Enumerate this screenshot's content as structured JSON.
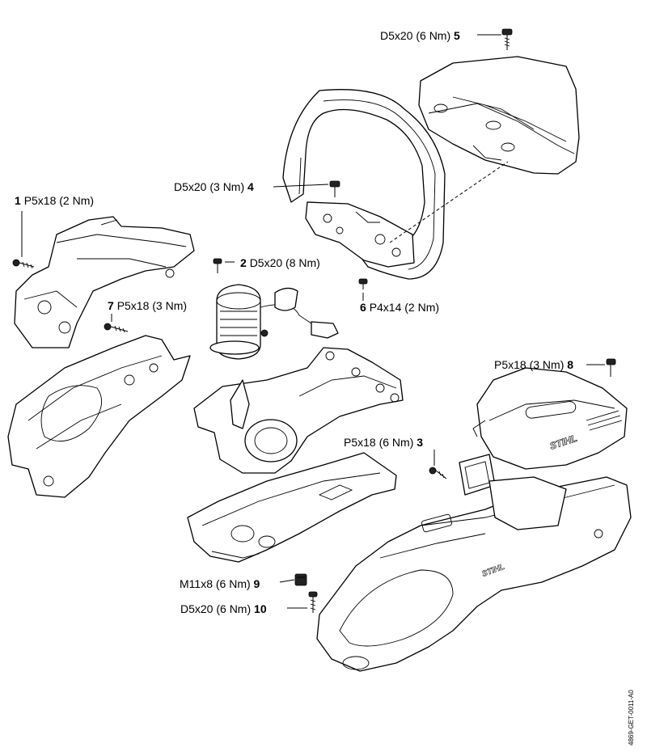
{
  "callouts": [
    {
      "id": "1",
      "num": "1",
      "text": "P5x18 (2 Nm)"
    },
    {
      "id": "2",
      "num": "2",
      "text": "D5x20 (8 Nm)"
    },
    {
      "id": "3",
      "num": "3",
      "text": "P5x18 (6 Nm)"
    },
    {
      "id": "4",
      "num": "4",
      "text": "D5x20 (3 Nm)"
    },
    {
      "id": "5",
      "num": "5",
      "text": "D5x20 (6 Nm)"
    },
    {
      "id": "6",
      "num": "6",
      "text": "P4x14 (2 Nm)"
    },
    {
      "id": "7",
      "num": "7",
      "text": "P5x18 (3 Nm)"
    },
    {
      "id": "8",
      "num": "8",
      "text": "P5x18 (3 Nm)"
    },
    {
      "id": "9",
      "num": "9",
      "text": "M11x8 (6 Nm)"
    },
    {
      "id": "10",
      "num": "10",
      "text": "D5x20 (6 Nm)"
    }
  ],
  "brand_logo": "STIHL",
  "document_id": "4869-GET-0011-A0"
}
